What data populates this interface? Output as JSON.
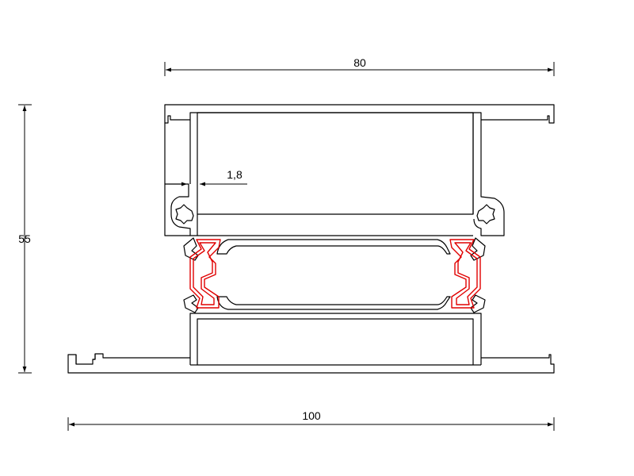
{
  "dimensions": {
    "top_width": "80",
    "bottom_width": "100",
    "height": "55",
    "wall_thickness": "1,8"
  },
  "colors": {
    "profile_stroke": "#000000",
    "thermal_break": "#e00000",
    "background": "#ffffff"
  }
}
